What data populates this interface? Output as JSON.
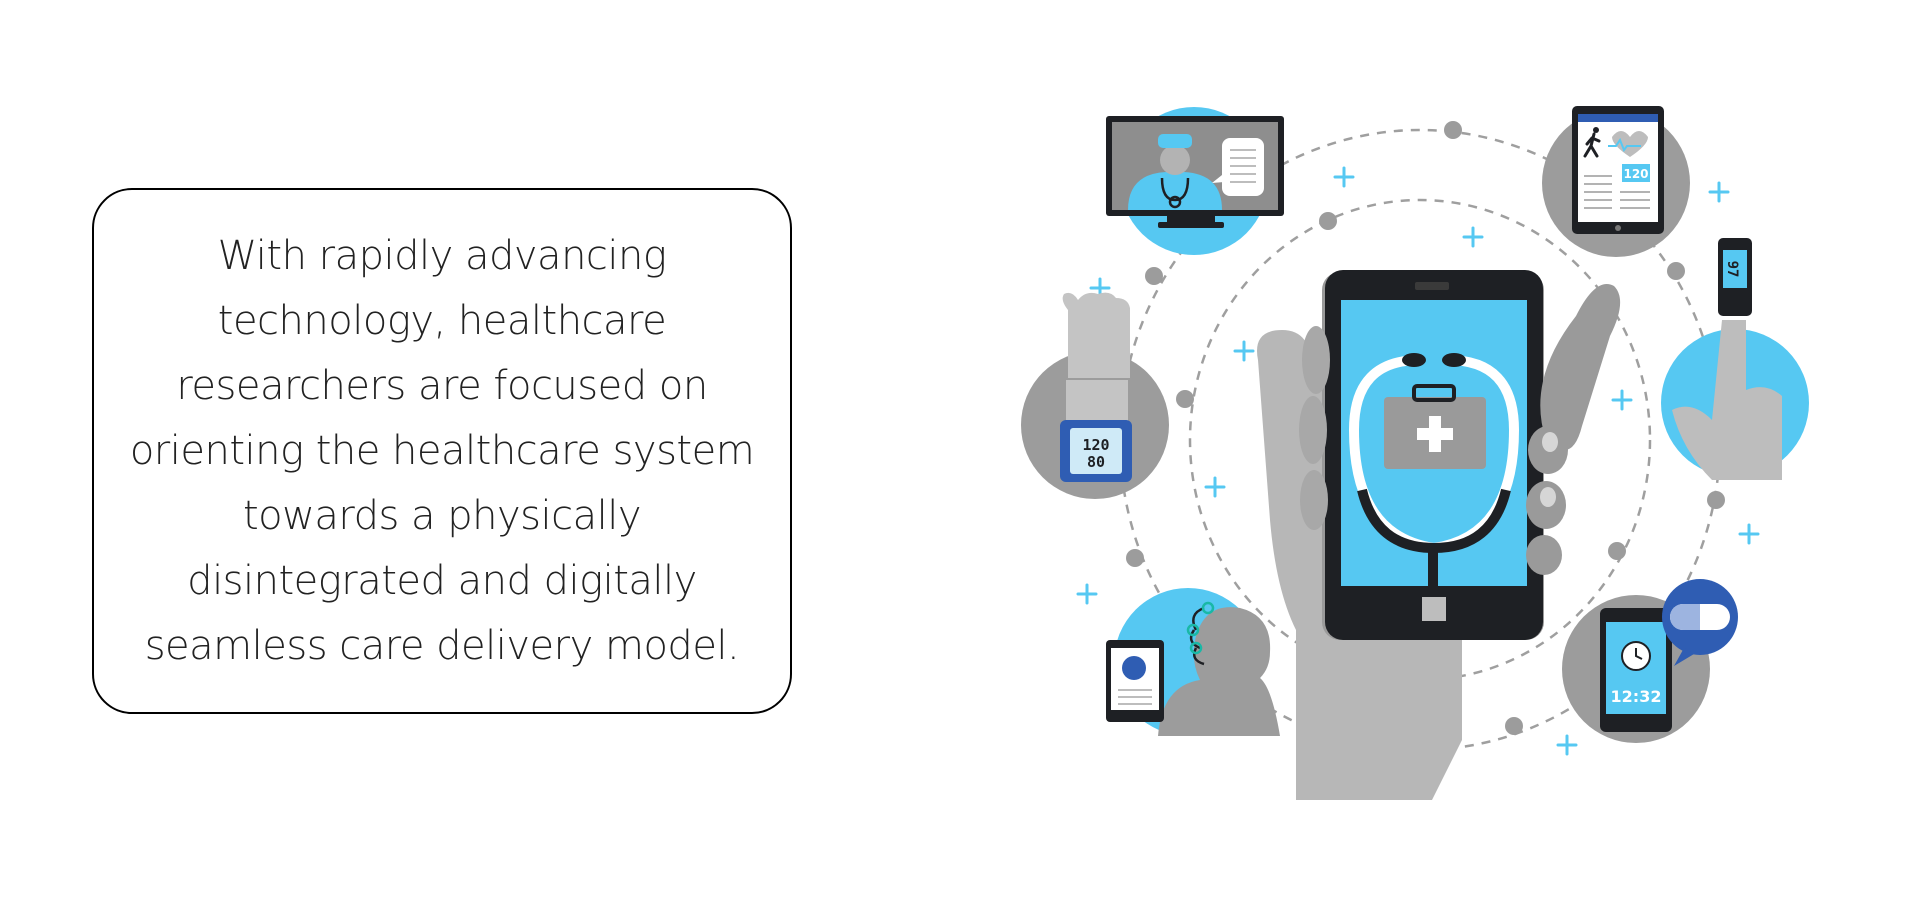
{
  "card": {
    "lines": [
      "With rapidly advancing",
      "technology, healthcare",
      "researchers are focused on",
      "orienting the healthcare system",
      "towards a physically",
      "disintegrated and digitally",
      "seamless care delivery model."
    ]
  },
  "devices": {
    "bp_monitor": {
      "top": "120",
      "bottom": "80"
    },
    "tablet_reading": "120",
    "oximeter_reading": "97",
    "phone_clock": "12:32"
  },
  "colors": {
    "accent_blue": "#56c8f2",
    "gray_dark": "#9a9a9a",
    "gray_light": "#bdbdbd",
    "device_black": "#1e2024",
    "pill_blue": "#2f5db3"
  }
}
